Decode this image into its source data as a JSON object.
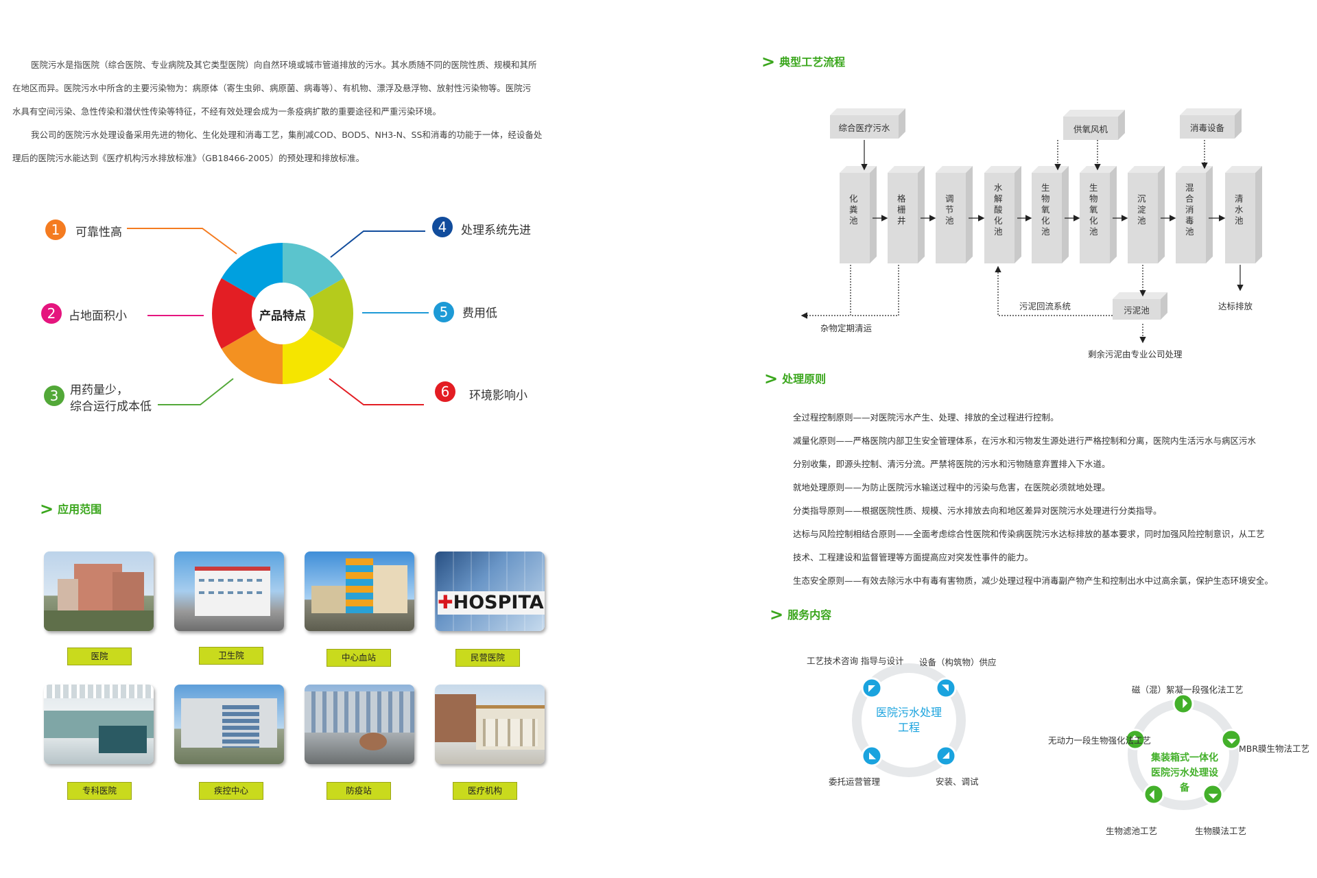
{
  "intro": {
    "para1_lines": [
      "医院污水是指医院（综合医院、专业病院及其它类型医院）向自然环境或城市管道排放的污水。其水质随不同的医院性质、规模和其所",
      "在地区而异。医院污水中所含的主要污染物为：病原体（寄生虫卵、病原菌、病毒等）、有机物、漂浮及悬浮物、放射性污染物等。医院污",
      "水具有空间污染、急性传染和潜伏性传染等特征，不经有效处理会成为一条疫病扩散的重要途径和严重污染环境。"
    ],
    "para2_lines": [
      "我公司的医院污水处理设备采用先进的物化、生化处理和消毒工艺，集削减COD、BOD5、NH3-N、SS和消毒的功能于一体，经设备处",
      "理后的医院污水能达到《医疗机构污水排放标准》（GB18466-2005）的预处理和排放标准。"
    ]
  },
  "features": {
    "center_label": "产品特点",
    "items": [
      {
        "num": "1",
        "label": "可靠性高",
        "color": "#f47b20"
      },
      {
        "num": "2",
        "label": "占地面积小",
        "color": "#e5157e"
      },
      {
        "num": "3",
        "label_line1": "用药量少，",
        "label_line2": "综合运行成本低",
        "color": "#52a838"
      },
      {
        "num": "4",
        "label": "处理系统先进",
        "color": "#114c9c"
      },
      {
        "num": "5",
        "label": "费用低",
        "color": "#1d9ad6"
      },
      {
        "num": "6",
        "label": "环境影响小",
        "color": "#e31d23"
      }
    ],
    "ring_colors": [
      "#5bc4cd",
      "#b5cb1c",
      "#f5e500",
      "#f39121",
      "#e31e24",
      "#00a0df"
    ]
  },
  "applications": {
    "title": "应用范围",
    "items": [
      "医院",
      "卫生院",
      "中心血站",
      "民营医院",
      "专科医院",
      "疾控中心",
      "防疫站",
      "医疗机构"
    ],
    "hospital_sign": "HOSPITAL"
  },
  "process": {
    "title": "典型工艺流程",
    "top_boxes": [
      "综合医疗污水",
      "供氧风机",
      "消毒设备"
    ],
    "tanks": [
      "化粪池",
      "格栅井",
      "调节池",
      "水解酸化池",
      "生物氧化池",
      "生物氧化池",
      "沉淀池",
      "混合消毒池",
      "清水池"
    ],
    "sludge_box": "污泥池",
    "sludge_return": "污泥回流系统",
    "discharge": "达标排放",
    "debris": "杂物定期清运",
    "sludge_final": "剩余污泥由专业公司处理"
  },
  "principles": {
    "title": "处理原则",
    "lines": [
      "全过程控制原则——对医院污水产生、处理、排放的全过程进行控制。",
      "减量化原则——严格医院内部卫生安全管理体系，在污水和污物发生源处进行严格控制和分离，医院内生活污水与病区污水",
      "分别收集，即源头控制、清污分流。严禁将医院的污水和污物随意弃置排入下水道。",
      "就地处理原则——为防止医院污水输送过程中的污染与危害，在医院必须就地处理。",
      "分类指导原则——根据医院性质、规模、污水排放去向和地区差异对医院污水处理进行分类指导。",
      "达标与风险控制相结合原则——全面考虑综合性医院和传染病医院污水达标排放的基本要求，同时加强风险控制意识，从工艺",
      "技术、工程建设和监督管理等方面提高应对突发性事件的能力。",
      "生态安全原则——有效去除污水中有毒有害物质，减少处理过程中消毒副产物产生和控制出水中过高余氯，保护生态环境安全。"
    ]
  },
  "services": {
    "title": "服务内容",
    "left": {
      "center": "医院污水处理工程",
      "labels": [
        "工艺技术咨询 指导与设计",
        "设备（构筑物）供应",
        "委托运营管理",
        "安装、调试"
      ],
      "color": "#1aa3de"
    },
    "right": {
      "center": "集装箱式一体化医院污水处理设备",
      "labels": [
        "磁（混）絮凝一段强化法工艺",
        "MBR膜生物法工艺",
        "生物膜法工艺",
        "生物滤池工艺",
        "无动力一段生物强化法工艺"
      ],
      "color": "#43b02a"
    }
  }
}
